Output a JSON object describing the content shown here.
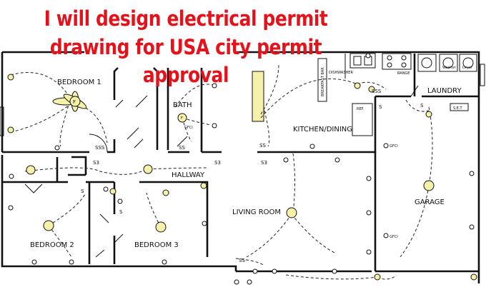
{
  "headline": {
    "line1": "I will design electrical permit",
    "line2": "drawing for USA city permit",
    "line3": "approval"
  },
  "rooms": {
    "bedroom1": "BEDROOM 1",
    "bath": "BATH",
    "kitchen": "KITCHEN/DINING",
    "laundry": "LAUNDRY",
    "hallway": "HALLWAY",
    "living": "LIVING ROOM",
    "garage": "GARAGE",
    "bedroom2": "BEDROOM 2",
    "bedroom3": "BEDROOM 3"
  },
  "fixtures": {
    "dishwasher": "DISHWASHER",
    "range": "RANGE",
    "breakfast_bar": "BREAKFAST BAR",
    "washer": "Washer",
    "dryer": "Dryer",
    "refrigerator": "REF.",
    "set": "S.E.T",
    "gfci": "GFCI",
    "fan": "F",
    "bath_fan": "F"
  },
  "switches": {
    "sss": "SSS",
    "s": "S",
    "s3": "S3",
    "ss": "SS"
  },
  "colors": {
    "headline": "#e3121b",
    "light_fixture": "#f6f1a8",
    "lines": "#111111"
  }
}
